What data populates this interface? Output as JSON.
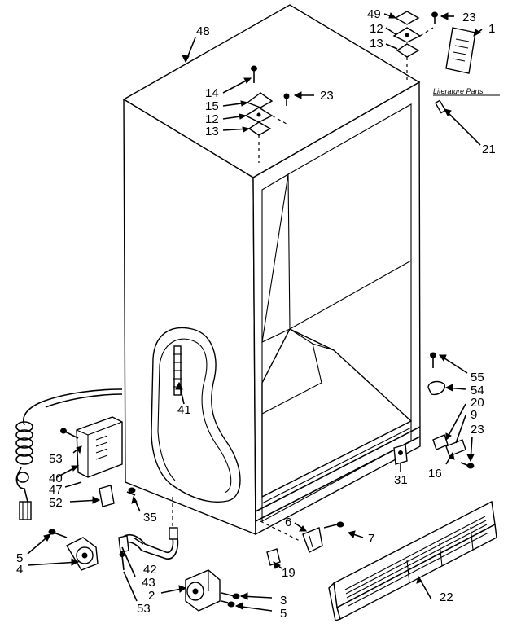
{
  "literature_parts_label": "Literature Parts",
  "callouts": [
    {
      "text": "48"
    },
    {
      "text": "49"
    },
    {
      "text": "23"
    },
    {
      "text": "1"
    },
    {
      "text": "12"
    },
    {
      "text": "13"
    },
    {
      "text": "14"
    },
    {
      "text": "15"
    },
    {
      "text": "23"
    },
    {
      "text": "12"
    },
    {
      "text": "13"
    },
    {
      "text": "21"
    },
    {
      "text": "55"
    },
    {
      "text": "54"
    },
    {
      "text": "20"
    },
    {
      "text": "9"
    },
    {
      "text": "23"
    },
    {
      "text": "16"
    },
    {
      "text": "31"
    },
    {
      "text": "41"
    },
    {
      "text": "53"
    },
    {
      "text": "40"
    },
    {
      "text": "47"
    },
    {
      "text": "52"
    },
    {
      "text": "35"
    },
    {
      "text": "6"
    },
    {
      "text": "7"
    },
    {
      "text": "19"
    },
    {
      "text": "5"
    },
    {
      "text": "4"
    },
    {
      "text": "42"
    },
    {
      "text": "43"
    },
    {
      "text": "2"
    },
    {
      "text": "53"
    },
    {
      "text": "3"
    },
    {
      "text": "5"
    },
    {
      "text": "22"
    }
  ]
}
